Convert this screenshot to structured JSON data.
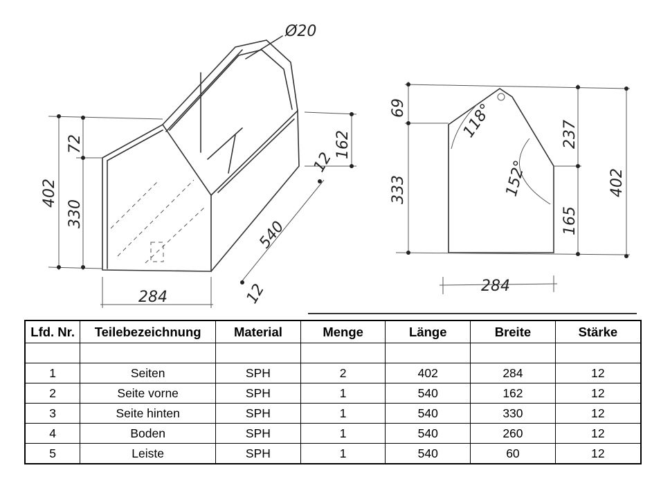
{
  "drawing": {
    "left_view": {
      "diameter_label": "Ø20",
      "dim_72": "72",
      "dim_402": "402",
      "dim_330": "330",
      "dim_284": "284",
      "dim_540": "540",
      "dim_12_top": "12",
      "dim_12_bottom": "12",
      "dim_162": "162"
    },
    "right_view": {
      "dim_69": "69",
      "dim_333": "333",
      "angle_118": "118°",
      "angle_152": "152°",
      "dim_237": "237",
      "dim_402": "402",
      "dim_165": "165",
      "dim_284": "284"
    }
  },
  "table": {
    "headers": [
      "Lfd. Nr.",
      "Teilebezeichnung",
      "Material",
      "Menge",
      "Länge",
      "Breite",
      "Stärke"
    ],
    "rows": [
      [
        "1",
        "Seiten",
        "SPH",
        "2",
        "402",
        "284",
        "12"
      ],
      [
        "2",
        "Seite vorne",
        "SPH",
        "1",
        "540",
        "162",
        "12"
      ],
      [
        "3",
        "Seite hinten",
        "SPH",
        "1",
        "540",
        "330",
        "12"
      ],
      [
        "4",
        "Boden",
        "SPH",
        "1",
        "540",
        "260",
        "12"
      ],
      [
        "5",
        "Leiste",
        "SPH",
        "1",
        "540",
        "60",
        "12"
      ]
    ]
  }
}
